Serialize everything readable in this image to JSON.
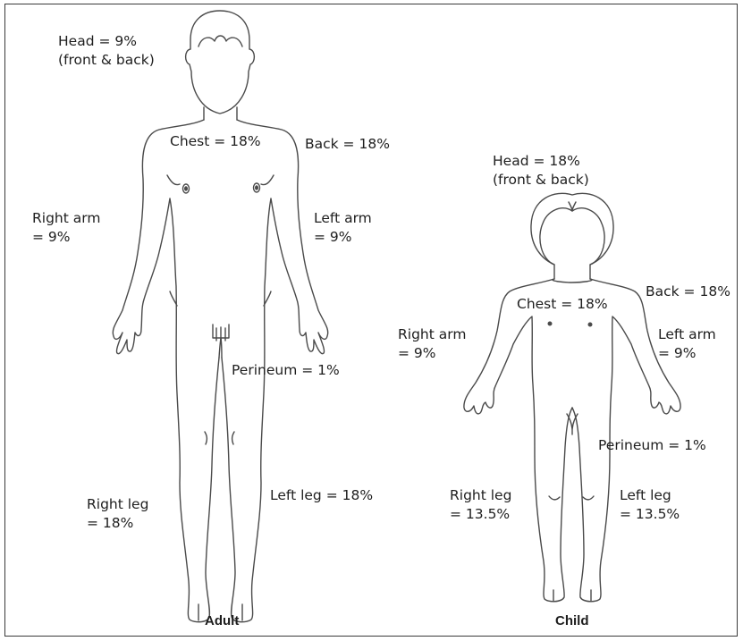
{
  "adult": {
    "caption": "Adult",
    "labels": {
      "head_line1": "Head = 9%",
      "head_line2": "(front & back)",
      "chest": "Chest = 18%",
      "back": "Back = 18%",
      "right_arm_line1": "Right arm",
      "right_arm_line2": "= 9%",
      "left_arm_line1": "Left arm",
      "left_arm_line2": "= 9%",
      "perineum": "Perineum = 1%",
      "right_leg_line1": "Right leg",
      "right_leg_line2": "= 18%",
      "left_leg": "Left leg = 18%"
    }
  },
  "child": {
    "caption": "Child",
    "labels": {
      "head_line1": "Head = 18%",
      "head_line2": "(front & back)",
      "chest": "Chest = 18%",
      "back": "Back = 18%",
      "right_arm_line1": "Right arm",
      "right_arm_line2": "= 9%",
      "left_arm_line1": "Left arm",
      "left_arm_line2": "= 9%",
      "perineum": "Perineum = 1%",
      "right_leg_line1": "Right leg",
      "right_leg_line2": "= 13.5%",
      "left_leg_line1": "Left leg",
      "left_leg_line2": "= 13.5%"
    }
  }
}
